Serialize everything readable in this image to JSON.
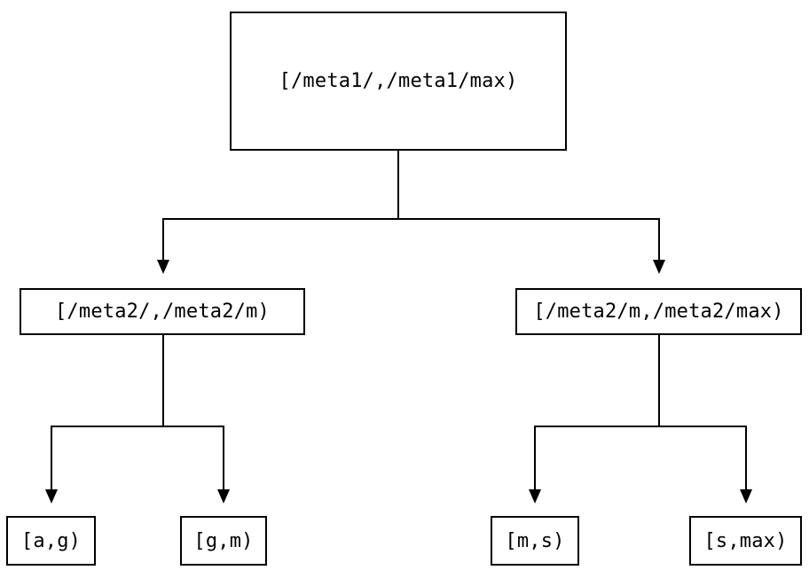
{
  "diagram": {
    "type": "binary-interval-tree",
    "colors": {
      "background": "#ffffff",
      "line": "#000000",
      "text": "#000000"
    },
    "nodes": {
      "root": {
        "label": "[/meta1/,/meta1/max)"
      },
      "meta2_left": {
        "label": "[/meta2/,/meta2/m)"
      },
      "meta2_right": {
        "label": "[/meta2/m,/meta2/max)"
      },
      "leaf_ag": {
        "label": "[a,g)"
      },
      "leaf_gm": {
        "label": "[g,m)"
      },
      "leaf_ms": {
        "label": "[m,s)"
      },
      "leaf_smax": {
        "label": "[s,max)"
      }
    },
    "edges": [
      {
        "from": "root",
        "to": "meta2_left"
      },
      {
        "from": "root",
        "to": "meta2_right"
      },
      {
        "from": "meta2_left",
        "to": "leaf_ag"
      },
      {
        "from": "meta2_left",
        "to": "leaf_gm"
      },
      {
        "from": "meta2_right",
        "to": "leaf_ms"
      },
      {
        "from": "meta2_right",
        "to": "leaf_smax"
      }
    ]
  }
}
